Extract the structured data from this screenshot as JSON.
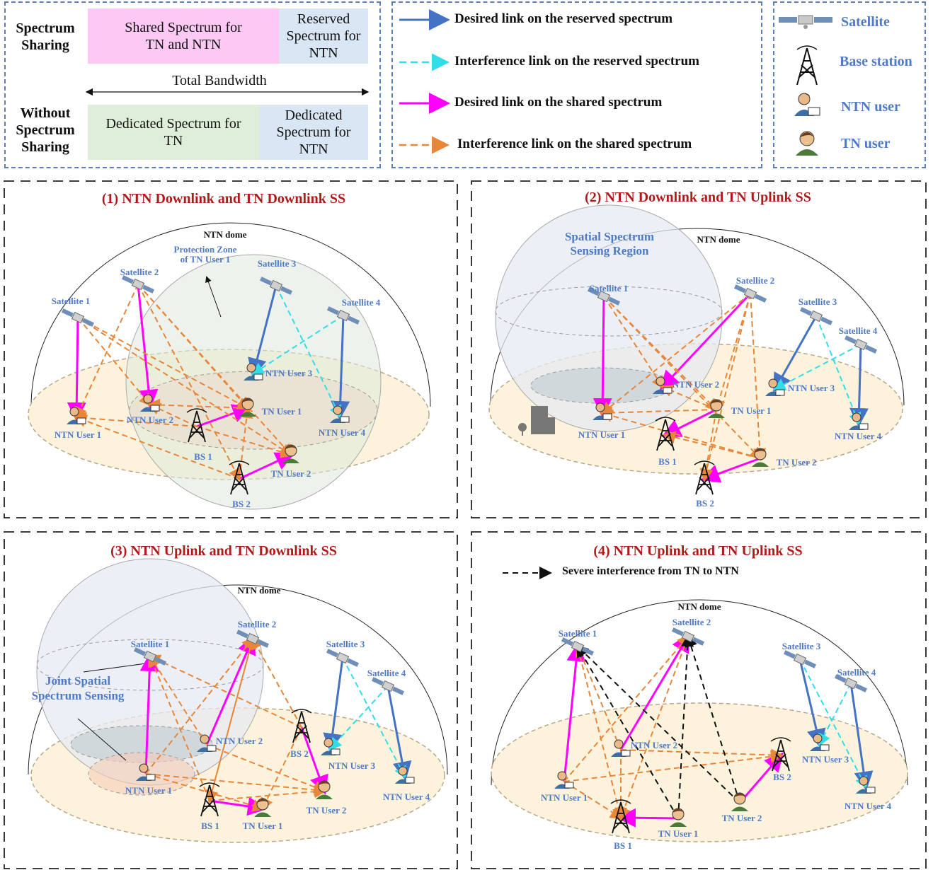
{
  "top": {
    "spectrum_sharing_label": "Spectrum Sharing",
    "without_sharing_label": "Without Spectrum Sharing",
    "shared_cell": "Shared Spectrum for TN and NTN",
    "reserved_cell": "Reserved Spectrum for NTN",
    "total_bandwidth": "Total Bandwidth",
    "dedicated_tn_cell": "Dedicated Spectrum for TN",
    "dedicated_ntn_cell": "Dedicated Spectrum for NTN"
  },
  "legend_links": [
    {
      "label": "Desired link on the reserved spectrum",
      "color": "#4472c4",
      "style": "solid"
    },
    {
      "label": "Interference link on the reserved spectrum",
      "color": "#33dde8",
      "style": "dashed"
    },
    {
      "label": "Desired link on the shared spectrum",
      "color": "#ff00ff",
      "style": "solid"
    },
    {
      "label": "Interference link on the shared spectrum",
      "color": "#e8863a",
      "style": "dashed"
    }
  ],
  "legend_nodes": {
    "satellite": "Satellite",
    "base_station": "Base station",
    "ntn_user": "NTN user",
    "tn_user": "TN user"
  },
  "panels": [
    {
      "title": "(1) NTN Downlink and TN Downlink SS",
      "dome": "NTN dome",
      "zone": "Protection Zone of TN User 1",
      "sats": [
        "Satellite 1",
        "Satellite 2",
        "Satellite 3",
        "Satellite 4"
      ],
      "ntn_users": [
        "NTN User 1",
        "NTN User 2",
        "NTN User 3",
        "NTN User 4"
      ],
      "tn_users": [
        "TN User 1",
        "TN User 2"
      ],
      "bs": [
        "BS 1",
        "BS 2"
      ]
    },
    {
      "title": "(2) NTN Downlink and TN Uplink SS",
      "dome": "NTN dome",
      "region": "Spatial Spectrum Sensing Region",
      "sats": [
        "Satellite 1",
        "Satellite 2",
        "Satellite 3",
        "Satellite 4"
      ],
      "ntn_users": [
        "NTN User 1",
        "NTN User 2",
        "NTN User 3",
        "NTN User 4"
      ],
      "tn_users": [
        "TN User 1",
        "TN User 2"
      ],
      "bs": [
        "BS 1",
        "BS 2"
      ]
    },
    {
      "title": "(3) NTN Uplink and TN Downlink SS",
      "dome": "NTN dome",
      "region": "Joint Spatial Spectrum Sensing",
      "sats": [
        "Satellite 1",
        "Satellite 2",
        "Satellite 3",
        "Satellite 4"
      ],
      "ntn_users": [
        "NTN User 1",
        "NTN User 2",
        "NTN User 3",
        "NTN User 4"
      ],
      "tn_users": [
        "TN User 1",
        "TN User 2"
      ],
      "bs": [
        "BS 1",
        "BS 2"
      ]
    },
    {
      "title": "(4) NTN Uplink and TN Uplink SS",
      "dome": "NTN dome",
      "severe": "Severe interference from TN to NTN",
      "sats": [
        "Satellite 1",
        "Satellite 2",
        "Satellite 3",
        "Satellite 4"
      ],
      "ntn_users": [
        "NTN User 1",
        "NTN User 2",
        "NTN User 3",
        "NTN User 4"
      ],
      "tn_users": [
        "TN User 1",
        "TN User 2"
      ],
      "bs": [
        "BS 1",
        "BS 2"
      ]
    }
  ]
}
